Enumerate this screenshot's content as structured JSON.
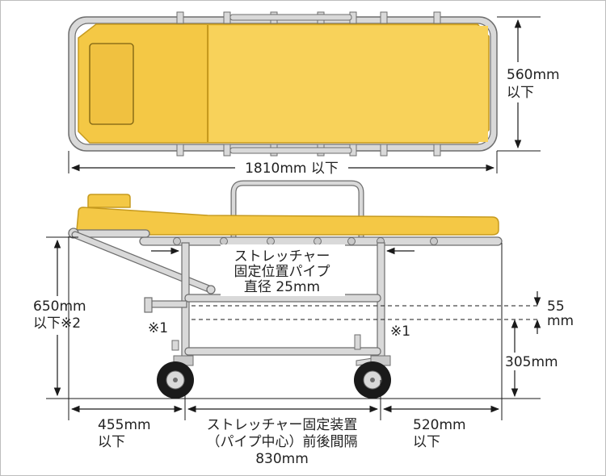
{
  "colors": {
    "mattress": "#f4c845",
    "mattress_edge": "#c69a1e",
    "frame": "#d9d9d9",
    "frame_edge": "#6e6e6e",
    "line": "#1a1a1a"
  },
  "labels": {
    "width_value": "560mm",
    "width_suffix": "以下",
    "length": "1810mm 以下",
    "pipe_line1": "ストレッチャー",
    "pipe_line2": "固定位置パイプ",
    "pipe_line3": "直径  25mm",
    "height_value": "650mm",
    "height_suffix": "以下※2",
    "gap_value": "55",
    "gap_unit": "mm",
    "floor_height": "305mm",
    "note_left": "※1",
    "note_right": "※1",
    "front_value": "455mm",
    "front_suffix": "以下",
    "spacing_line1": "ストレッチャー固定装置",
    "spacing_line2": "（パイプ中心）前後間隔",
    "spacing_line3": "830mm",
    "rear_value": "520mm",
    "rear_suffix": "以下"
  }
}
